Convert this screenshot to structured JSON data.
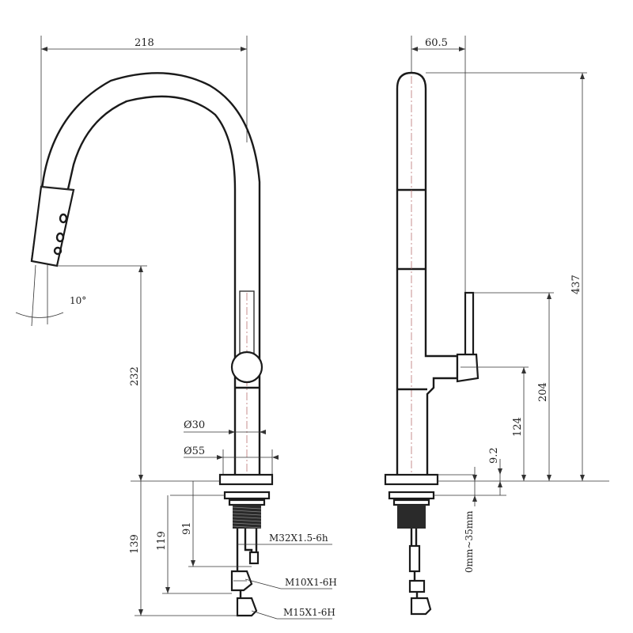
{
  "drawing": {
    "front_view": {
      "width_label": "218",
      "spray_angle_label": "10°",
      "height_label": "232",
      "diameter_small_label": "Ø30",
      "diameter_base_label": "Ø55",
      "depth_total_label": "139",
      "depth_mid_label": "119",
      "depth_short_label": "91",
      "thread_main_label": "M32X1.5-6h",
      "thread_hose1_label": "M10X1-6H",
      "thread_hose2_label": "M15X1-6H"
    },
    "side_view": {
      "depth_label": "60.5",
      "total_height_label": "437",
      "handle_height_label": "204",
      "lever_height_label": "124",
      "base_height_label": "9.2",
      "deck_thickness_label": "0mm~35mm"
    }
  }
}
